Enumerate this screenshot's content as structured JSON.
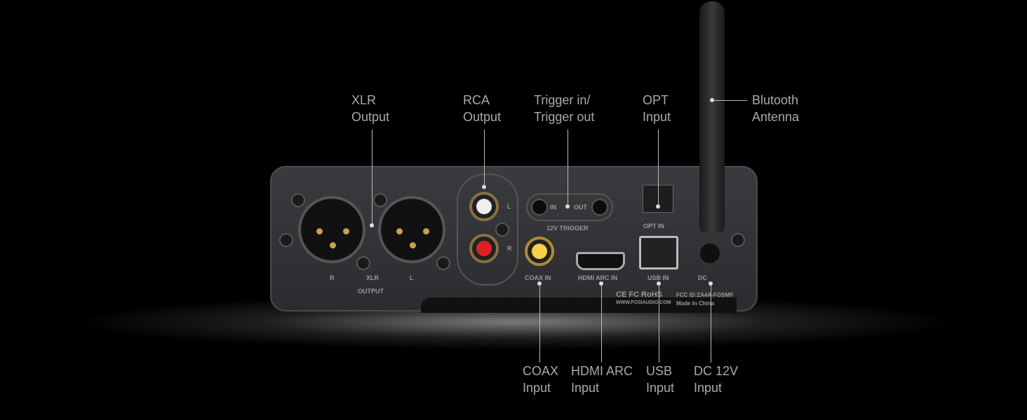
{
  "callouts_top": [
    {
      "id": "xlr",
      "line1": "XLR",
      "line2": "Output"
    },
    {
      "id": "rca",
      "line1": "RCA",
      "line2": "Output"
    },
    {
      "id": "trigger",
      "line1": "Trigger in/",
      "line2": "Trigger out"
    },
    {
      "id": "opt",
      "line1": "OPT",
      "line2": "Input"
    },
    {
      "id": "bt",
      "line1": "Blutooth",
      "line2": "Antenna"
    }
  ],
  "callouts_bottom": [
    {
      "id": "coax",
      "line1": "COAX",
      "line2": "Input"
    },
    {
      "id": "hdmi",
      "line1": "HDMI ARC",
      "line2": "Input"
    },
    {
      "id": "usb",
      "line1": "USB",
      "line2": "Input"
    },
    {
      "id": "dc",
      "line1": "DC 12V",
      "line2": "Input"
    }
  ],
  "panel": {
    "xlr_r": "R",
    "xlr_mid": "XLR",
    "xlr_l": "L",
    "output": "OUTPUT",
    "rca_l": "L",
    "rca_r": "R",
    "trig_in": "IN",
    "trig_out": "OUT",
    "trigger": "12V TRIGGER",
    "opt_in": "OPT IN",
    "coax_in": "COAX IN",
    "hdmi_in": "HDMI ARC IN",
    "usb_in": "USB IN",
    "dc": "DC",
    "certs": "CE FC RoHS",
    "website": "WWW.FOSIAUDIO.COM",
    "fcc": "FCC ID:ZA4A-FOSMP",
    "made_in": "Made In China"
  }
}
